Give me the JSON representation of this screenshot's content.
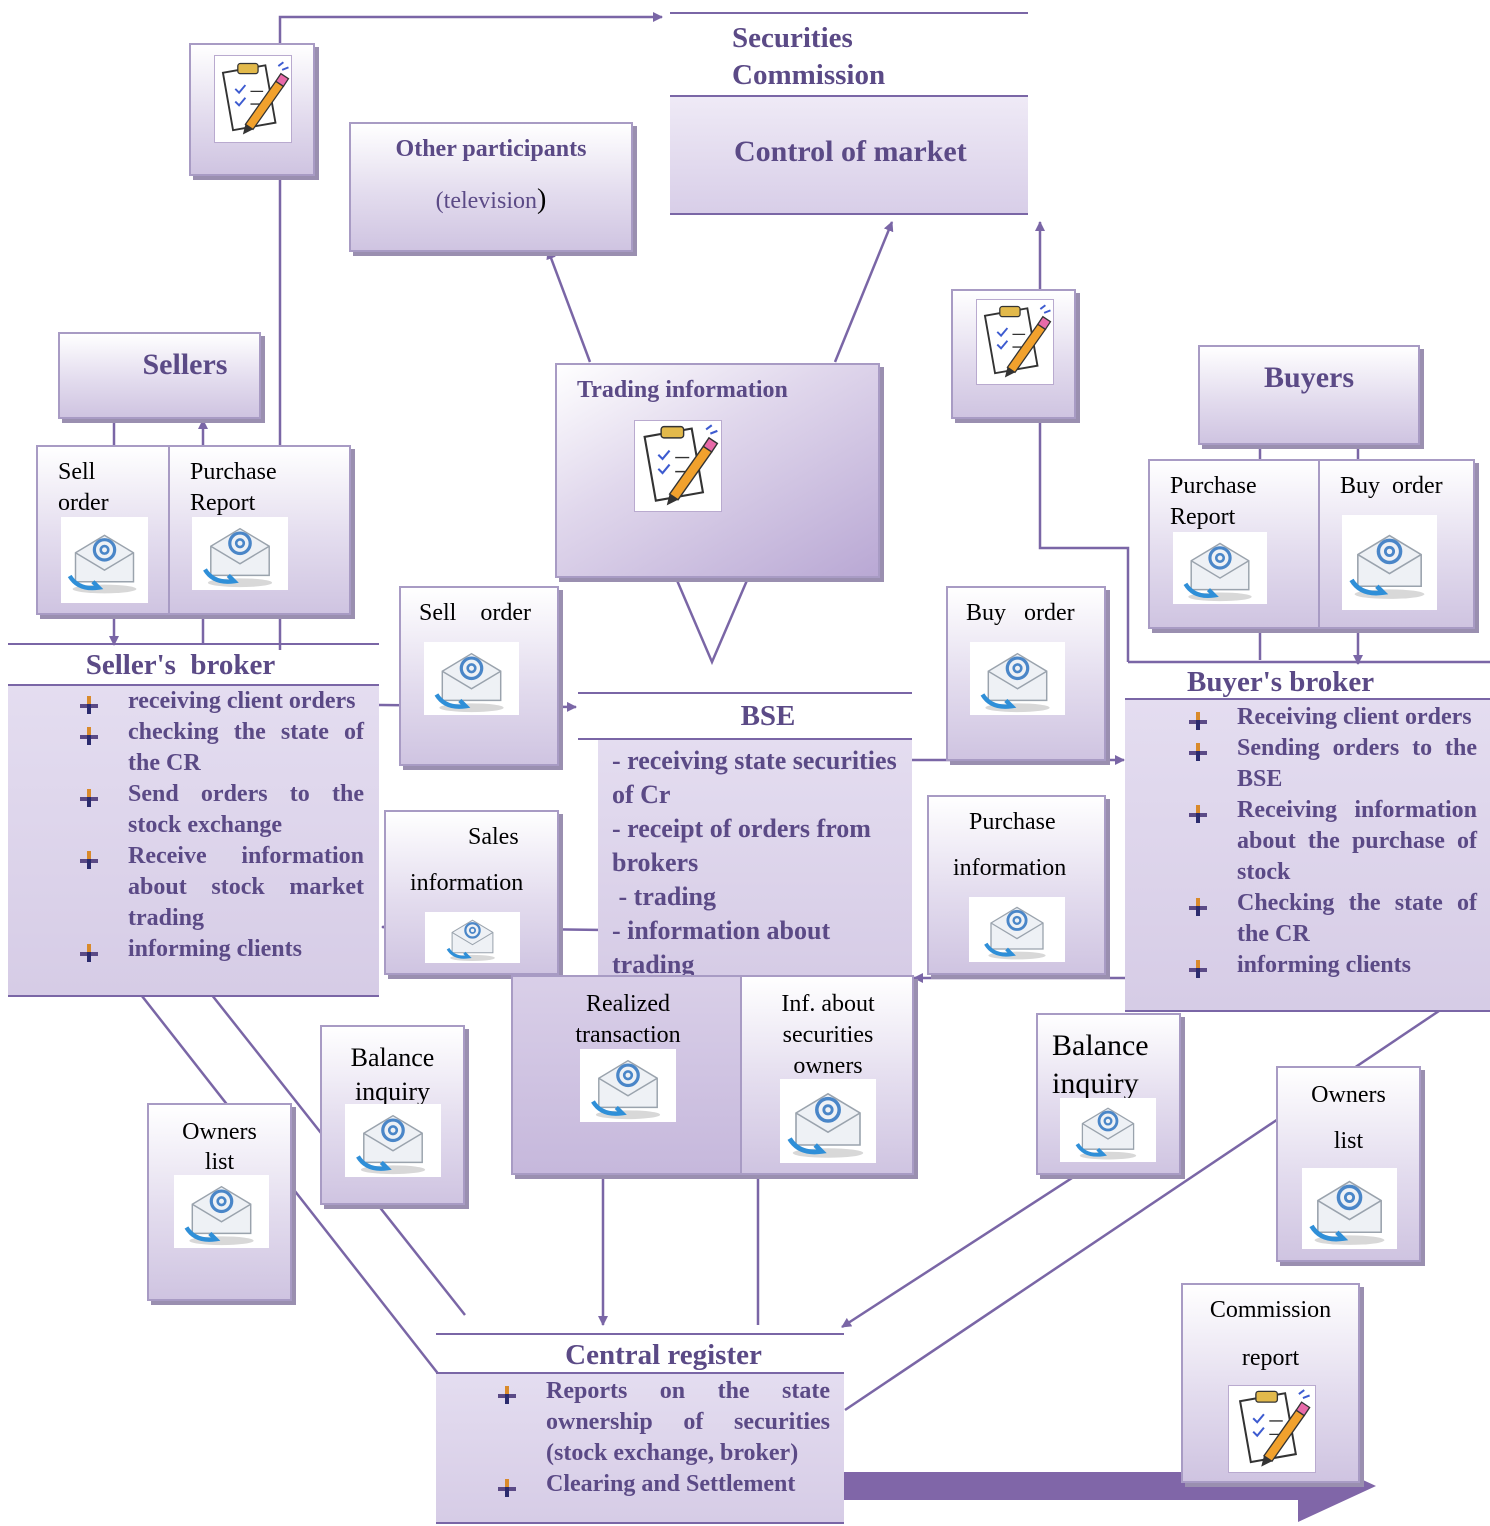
{
  "securities_commission": {
    "title": "Securities Commission",
    "subtitle": "Control of market"
  },
  "other_participants": {
    "title": "Other participants",
    "subtitle": "(television",
    "paren": ")"
  },
  "sellers": {
    "title": "Sellers"
  },
  "buyers": {
    "title": "Buyers"
  },
  "trading_information": {
    "title": "Trading information"
  },
  "seller_doc_left": {
    "label": "Sell order"
  },
  "seller_doc_right": {
    "label": "Purchase Report"
  },
  "buyer_doc_left": {
    "label": "Purchase Report"
  },
  "buyer_doc_right": {
    "label": "Buy  order"
  },
  "sell_order_mid": {
    "label": "Sell    order"
  },
  "buy_order_mid": {
    "label": "Buy   order"
  },
  "sales_information": {
    "line1": "Sales",
    "line2": "information"
  },
  "purchase_information": {
    "line1": "Purchase",
    "line2": "information"
  },
  "sellers_broker": {
    "title": "Seller's  broker",
    "items": [
      "receiving client orders",
      "checking the state of the CR",
      "Send orders to the stock exchange",
      "Receive information about stock market trading",
      "informing clients"
    ]
  },
  "buyers_broker": {
    "title": "Buyer's broker",
    "items": [
      "Receiving client orders",
      "Sending orders to the BSE",
      "Receiving information about the purchase of stock",
      "Checking the state of the CR",
      "informing clients"
    ]
  },
  "bse": {
    "title": "BSE",
    "items": [
      "- receiving state securities of Cr",
      "- receipt of orders from brokers",
      " - trading",
      "- information about trading"
    ]
  },
  "realized_transaction": {
    "label": "Realized transaction"
  },
  "inf_about_owners": {
    "label": "Inf. about securities owners"
  },
  "balance_inquiry_left": {
    "label": "Balance inquiry"
  },
  "balance_inquiry_right": {
    "label": "Balance inquiry"
  },
  "owners_list_left": {
    "line1": "Owners",
    "line2": "list"
  },
  "owners_list_right": {
    "line1": "Owners",
    "line2": "list"
  },
  "central_register": {
    "title": "Central register",
    "items": [
      "Reports on the state ownership of securities (stock exchange, broker)",
      "Clearing and Settlement"
    ]
  },
  "commission_report": {
    "line1": "Commission",
    "line2": "report"
  },
  "colors": {
    "accent": "#5b4a86",
    "line": "#7a66a6",
    "box_fill": "#d6cce6"
  }
}
